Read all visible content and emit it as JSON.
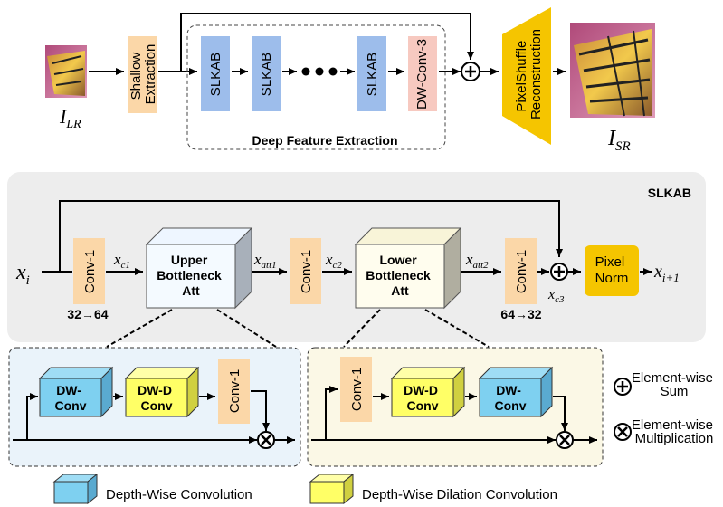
{
  "pipeline": {
    "input_label": "I",
    "input_sub": "LR",
    "output_label": "I",
    "output_sub": "SR",
    "shallow": [
      "Shallow",
      "Extraction"
    ],
    "blocks": [
      "SLKAB",
      "SLKAB",
      "SLKAB"
    ],
    "dw_conv3": "DW-Conv-3",
    "deep_label": "Deep Feature Extraction",
    "pixelshuffle": [
      "PixelShuffle",
      "Reconstruction"
    ]
  },
  "slkab": {
    "title": "SLKAB",
    "x_in": "x",
    "x_in_sub": "i",
    "x_out": "x",
    "x_out_sub": "i+1",
    "conv1_label": "Conv-1",
    "c1": "x",
    "c1_sub": "c1",
    "att1": "x",
    "att1_sub": "att1",
    "c2": "x",
    "c2_sub": "c2",
    "att2": "x",
    "att2_sub": "att2",
    "c3": "x",
    "c3_sub": "c3",
    "dim_in": "32→64",
    "dim_out": "64→32",
    "upper": [
      "Upper",
      "Bottleneck",
      "Att"
    ],
    "lower": [
      "Lower",
      "Bottleneck",
      "Att"
    ],
    "pixel_norm": [
      "Pixel",
      "Norm"
    ]
  },
  "upper_detail": {
    "dw_conv": [
      "DW-",
      "Conv"
    ],
    "dwd_conv": [
      "DW-D",
      "Conv"
    ],
    "conv1": "Conv-1"
  },
  "lower_detail": {
    "conv1": "Conv-1",
    "dwd_conv": [
      "DW-D",
      "Conv"
    ],
    "dw_conv": [
      "DW-",
      "Conv"
    ]
  },
  "legend": {
    "sum": [
      "Element-wise",
      "Sum"
    ],
    "mult": [
      "Element-wise",
      "Multiplication"
    ],
    "dw": "Depth-Wise Convolution",
    "dwd": "Depth-Wise Dilation Convolution"
  },
  "colors": {
    "orange": "#FBD7A8",
    "blue": "#9DBDEB",
    "pink": "#F7C9C0",
    "gold": "#F5C500",
    "yellow": "#FFFF66",
    "cyan": "#7ED0F0",
    "panel_gray": "#EDEDED",
    "panel_blue": "#EAF3FA",
    "panel_cream": "#FBF8E6"
  }
}
